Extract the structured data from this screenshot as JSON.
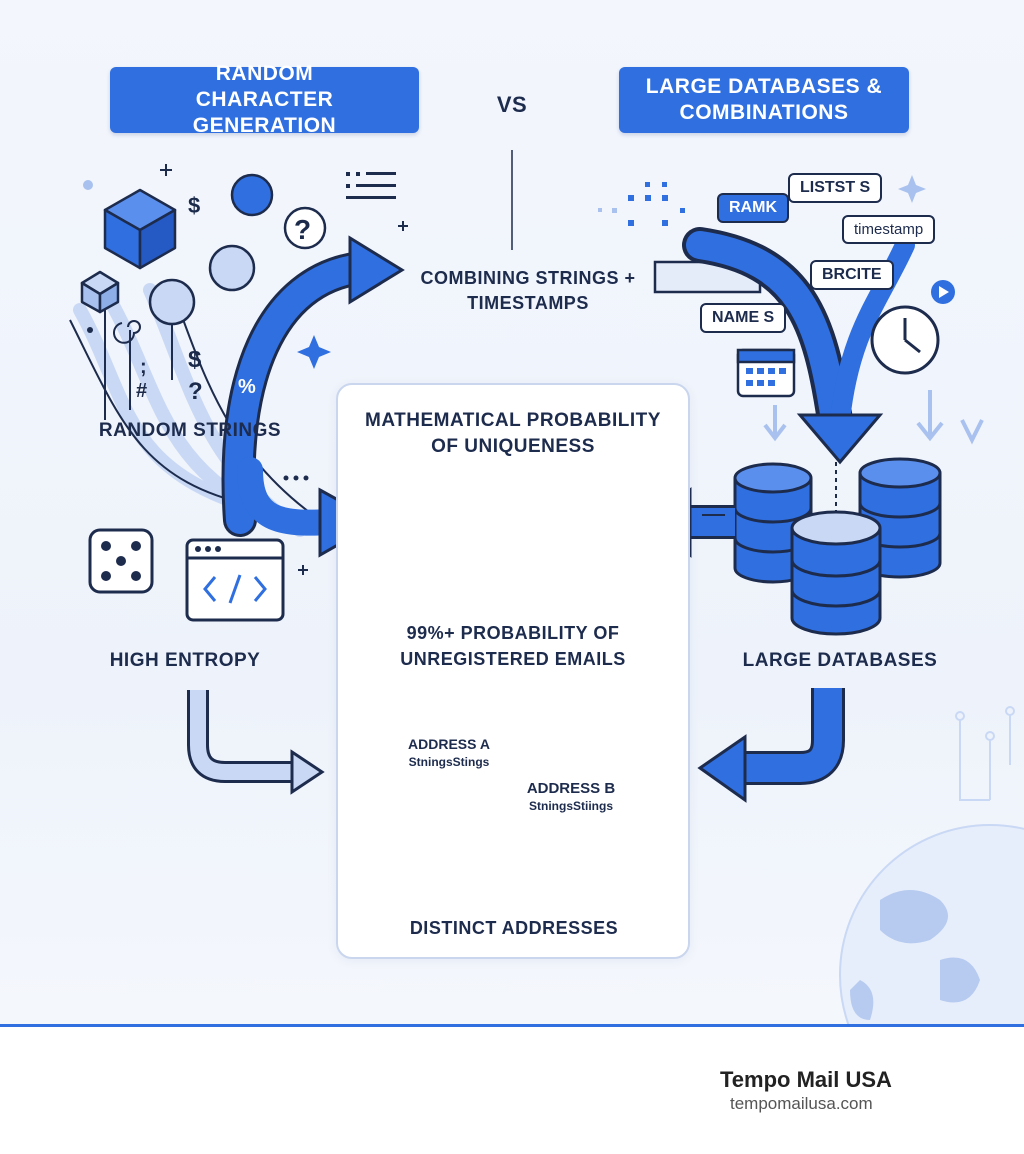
{
  "header": {
    "left": "RANDOM CHARACTER GENERATION",
    "vs": "VS",
    "right": "LARGE DATABASES & COMBINATIONS"
  },
  "left_column": {
    "random_strings": "RANDOM STRINGS",
    "high_entropy": "HIGH ENTROPY",
    "glyphs": [
      "$",
      "?",
      "$",
      "?",
      "%",
      ";",
      "#"
    ]
  },
  "middle": {
    "combining": "COMBINING STRINGS + TIMESTAMPS"
  },
  "center_panel": {
    "title": "MATHEMATICAL PROBABILITY OF UNIQUENESS",
    "probability": "99%+ PROBABILITY OF UNREGISTERED EMAILS",
    "envelope_a_title": "ADDRESS A",
    "envelope_a_sub": "StningsStings",
    "envelope_b_title": "ADDRESS B",
    "envelope_b_sub": "StningsStiings",
    "distinct": "DISTINCT ADDRESSES"
  },
  "right_column": {
    "tags": [
      "LISTST S",
      "RAMK",
      "timestamp",
      "BRCITE",
      "NAME S"
    ],
    "large_databases": "LARGE DATABASES"
  },
  "footer": {
    "brand": "Tempo Mail USA",
    "url": "tempomailusa.com"
  },
  "colors": {
    "accent": "#2f6fe0",
    "dark": "#1d2b4d",
    "light": "#c9d8f4"
  }
}
